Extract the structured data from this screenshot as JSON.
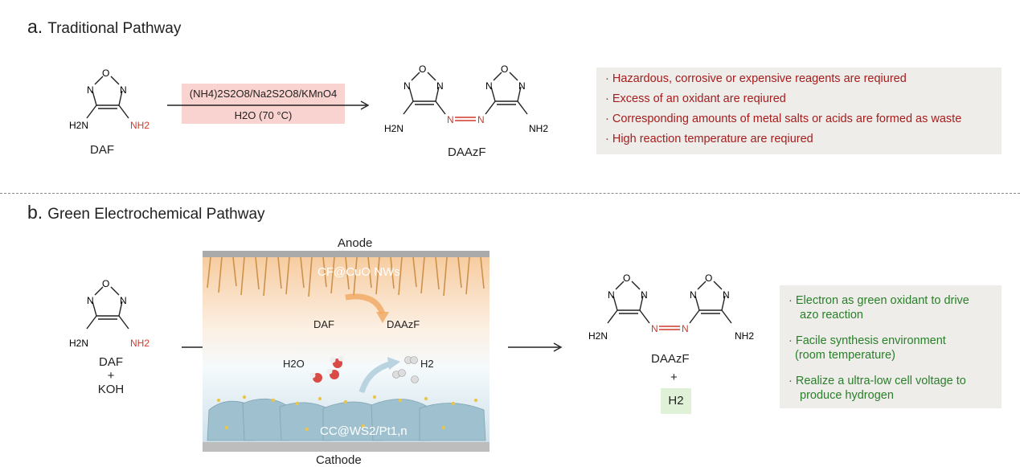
{
  "panel_a": {
    "letter": "a.",
    "title": "Traditional Pathway",
    "reactant_label": "DAF",
    "product_label": "DAAzF",
    "reagents": "(NH4)2S2O8/Na2S2O8/KMnO4",
    "conditions": "H2O (70 °C)",
    "bullets": [
      "· Hazardous, corrosive or expensive reagents are reqiured",
      "· Excess of an oxidant are reqiured",
      "· Corresponding amounts of metal salts or acids are formed as waste",
      "· High reaction temperature are reqiured"
    ]
  },
  "panel_b": {
    "letter": "b.",
    "title": "Green Electrochemical Pathway",
    "reactant_lines": [
      "DAF",
      "+",
      "KOH"
    ],
    "anode_label": "Anode",
    "cathode_label": "Cathode",
    "anode_material": "CF@CuO NWs",
    "cathode_material": "CC@WS2/Pt1,n",
    "cell_reactant": "DAF",
    "cell_product": "DAAzF",
    "water_label": "H2O",
    "h2_cell_label": "H2",
    "product_label": "DAAzF",
    "plus": "+",
    "h2_product": "H2",
    "bullets": [
      "· Electron as green oxidant to drive",
      "azo reaction",
      "· Facile synthesis environment",
      "(room temperature)",
      "· Realize a ultra-low cell voltage to",
      "produce hydrogen"
    ]
  },
  "atoms": {
    "N": "N",
    "O": "O",
    "NH2": "NH2",
    "H2N": "H2N"
  },
  "colors": {
    "red_text": "#a51d1d",
    "green_text": "#2a7f2a",
    "condition_box": "#f9d3cf",
    "grey_box": "#eeedea",
    "h2_box": "#dff2d8",
    "azo_red": "#d23a2a"
  }
}
